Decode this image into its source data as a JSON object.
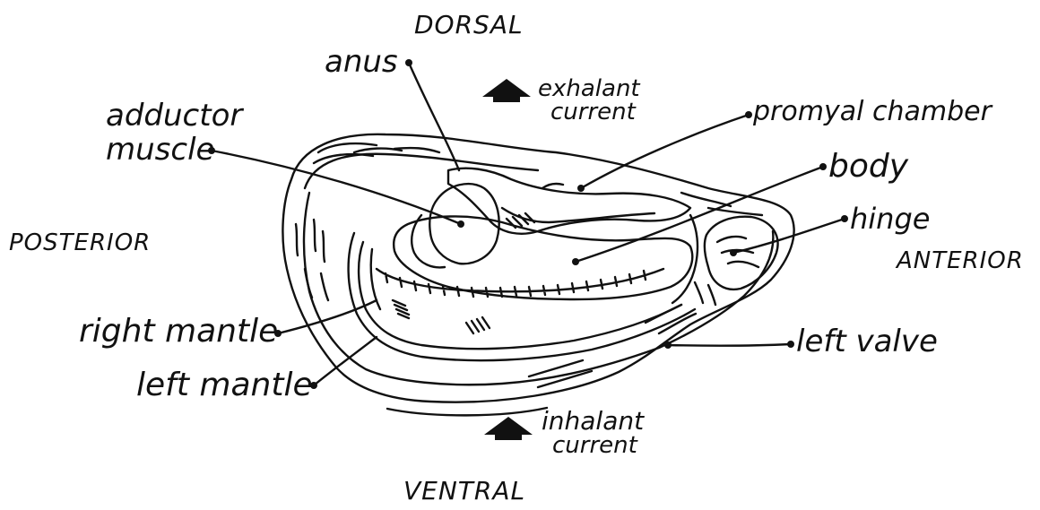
{
  "diagram": {
    "directions": {
      "dorsal": "DORSAL",
      "ventral": "VENTRAL",
      "posterior": "POSTERIOR",
      "anterior": "ANTERIOR"
    },
    "labels": {
      "anus": "anus",
      "adductor_line1": "adductor",
      "adductor_line2": "muscle",
      "exhalant_line1": "exhalant",
      "exhalant_line2": "current",
      "promyal_chamber": "promyal chamber",
      "body": "body",
      "hinge": "hinge",
      "right_mantle": "right mantle",
      "left_valve": "left valve",
      "left_mantle": "left mantle",
      "inhalant_line1": "inhalant",
      "inhalant_line2": "current"
    },
    "colors": {
      "ink": "#111111",
      "background": "#ffffff"
    }
  }
}
